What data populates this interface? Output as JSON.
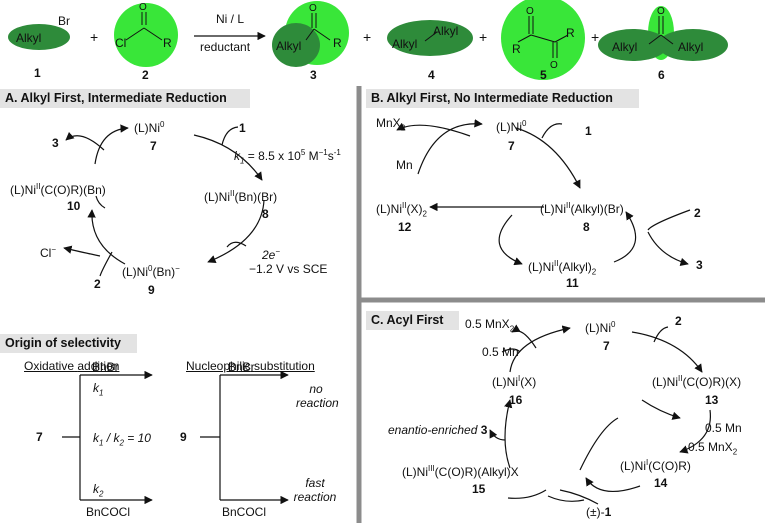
{
  "colors": {
    "dark_green": "#2e8b3a",
    "light_green": "#39e639",
    "separator": "#8c8c8c",
    "header_bg": "#e3e3e3"
  },
  "top_scheme": {
    "reagent_1": "Alkyl",
    "reagent_1_br": "Br",
    "reagent_2_cl": "Cl",
    "reagent_2_o": "O",
    "reagent_2_r": "R",
    "plus": "+",
    "conditions_top": "Ni / L",
    "conditions_bottom": "reductant",
    "product_3_alkyl": "Alkyl",
    "product_3_o": "O",
    "product_3_r": "R",
    "product_4_a": "Alkyl",
    "product_4_b": "Alkyl",
    "product_5_o1": "O",
    "product_5_o2": "O",
    "product_5_r1": "R",
    "product_5_r2": "R",
    "product_6_o": "O",
    "product_6_a": "Alkyl",
    "product_6_b": "Alkyl",
    "numbers": [
      "1",
      "2",
      "3",
      "4",
      "5",
      "6"
    ]
  },
  "panel_a": {
    "title": "A. Alkyl First, Intermediate Reduction",
    "ni0": "(L)Ni",
    "ni0_sup": "0",
    "n7": "7",
    "n1": "1",
    "rate_k": "k",
    "rate_sub": "1",
    "rate_val": " = 8.5 x 10",
    "rate_exp": "5",
    "rate_unit": " M",
    "rate_unit_exp1": "−1",
    "rate_unit_s": "s",
    "rate_unit_exp2": "-1",
    "ni2_pre": "(L)Ni",
    "ni2_sup": "II",
    "ni2_post": "(Bn)(Br)",
    "n8": "8",
    "e_label": "2e",
    "e_sup": "−",
    "potential": "−1.2 V vs SCE",
    "ni0bn_pre": "(L)Ni",
    "ni0bn_sup": "0",
    "ni0bn_post": "(Bn)",
    "ni0bn_charge": "−",
    "n9": "9",
    "n2": "2",
    "cl": "Cl",
    "cl_sup": "−",
    "acyl_pre": "(L)Ni",
    "acyl_sup": "II",
    "acyl_post": "(C(O)R)(Bn)",
    "n10": "10",
    "n3": "3"
  },
  "selectivity": {
    "title": "Origin of selectivity",
    "ox_label_1": "Oxidative",
    "ox_label_2": "addition",
    "nu_label_1": "Nucleophilic",
    "nu_label_2": "substitution",
    "n7": "7",
    "n9": "9",
    "bnbr": "BnBr",
    "bncocl": "BnCOCl",
    "k": "k",
    "k1_sub": "1",
    "k2_sub": "2",
    "ratio_slash": " / ",
    "ratio_val": " = 10",
    "no_reaction_1": "no",
    "no_reaction_2": "reaction",
    "fast_reaction_1": "fast",
    "fast_reaction_2": "reaction"
  },
  "panel_b": {
    "title": "B. Alkyl First, No Intermediate Reduction",
    "ni0": "(L)Ni",
    "ni0_sup": "0",
    "n7": "7",
    "n1": "1",
    "mnx2": "MnX",
    "mnx2_sub": "2",
    "mn": "Mn",
    "nix2_pre": "(L)Ni",
    "nix2_sup": "II",
    "nix2_post": "(X)",
    "nix2_sub": "2",
    "n12": "12",
    "ni_alkylbr_pre": "(L)Ni",
    "ni_alkylbr_sup": "II",
    "ni_alkylbr_post": "(Alkyl)(Br)",
    "n8": "8",
    "n2": "2",
    "n3": "3",
    "dialkyl_pre": "(L)Ni",
    "dialkyl_sup": "II",
    "dialkyl_post": "(Alkyl)",
    "dialkyl_sub": "2",
    "n11": "11"
  },
  "panel_c": {
    "title": "C. Acyl First",
    "ni0": "(L)Ni",
    "ni0_sup": "0",
    "n7": "7",
    "n2": "2",
    "mnx2_half": "0.5 MnX",
    "mnx2_sub": "2",
    "mn_half": "0.5 Mn",
    "nix_pre": "(L)Ni",
    "nix_sup": "I",
    "nix_post": "(X)",
    "n16": "16",
    "acylx_pre": "(L)Ni",
    "acylx_sup": "II",
    "acylx_post": "(C(O)R)(X)",
    "n13": "13",
    "mn_half_2": "0.5 Mn",
    "mnx2_half_2": "0.5 MnX",
    "mnx2_sub_2": "2",
    "enantio": "enantio-enriched",
    "n3": "3",
    "acyl1_pre": "(L)Ni",
    "acyl1_sup": "I",
    "acyl1_post": "(C(O)R)",
    "n14": "14",
    "ni3_pre": "(L)Ni",
    "ni3_sup": "III",
    "ni3_post": "(C(O)R)(Alkyl)X",
    "n15": "15",
    "racemic": "(±)-",
    "racemic_n": "1"
  }
}
